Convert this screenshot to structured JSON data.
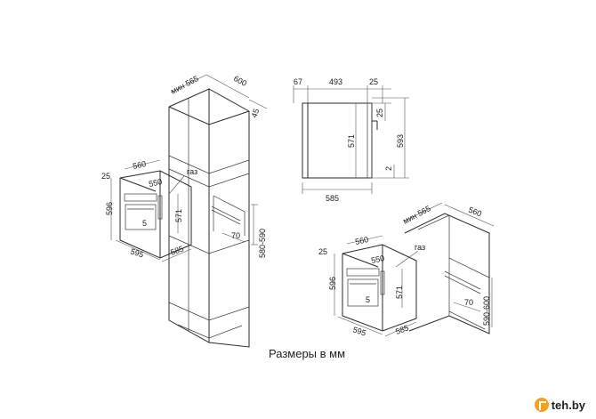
{
  "caption": "Размеры в мм",
  "watermark": "teh.by",
  "tall_cabinet": {
    "depth_label": "мин 565",
    "width_label": "600",
    "side_label": "45",
    "niche_label": "580-590",
    "vent_label": "70"
  },
  "oven_left": {
    "width_label": "595",
    "depth_label": "560",
    "inner_label": "550",
    "height_label": "596",
    "height2_label": "571",
    "panel_label": "25",
    "front_label": "5",
    "depth2_label": "585",
    "gas_label": "газ"
  },
  "side_view": {
    "top_left": "67",
    "top_mid": "493",
    "top_right": "25",
    "side_top": "25",
    "height_inner": "571",
    "height_total": "593",
    "bottom_gap": "2",
    "total_depth": "585"
  },
  "undercounter": {
    "depth_label": "мин 565",
    "width_label": "560",
    "niche_label": "590-600",
    "vent_label": "70"
  },
  "oven_right": {
    "width_label": "595",
    "depth_label": "560",
    "inner_label": "550",
    "height_label": "596",
    "height2_label": "571",
    "panel_label": "25",
    "front_label": "5",
    "depth2_label": "585",
    "gas_label": "газ"
  }
}
